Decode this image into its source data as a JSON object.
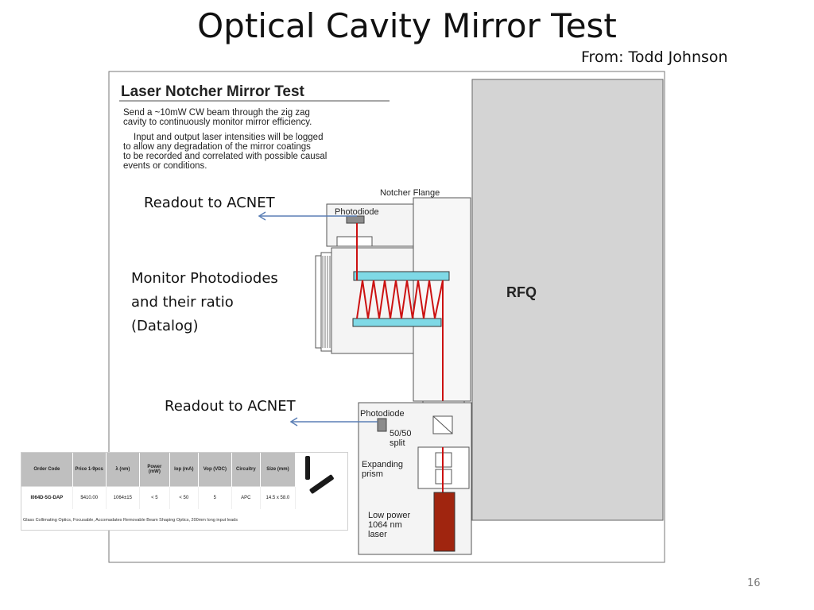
{
  "slide": {
    "title": "Optical Cavity Mirror Test",
    "from": "From: Todd Johnson",
    "page_number": "16"
  },
  "diagram": {
    "heading": "Laser Notcher Mirror Test",
    "paragraph1": [
      "Send a ~10mW CW beam through the zig zag",
      "cavity to continuously monitor mirror efficiency."
    ],
    "paragraph2": [
      "Input and output laser intensities will be logged",
      "to allow any degradation of the mirror coatings",
      "to be recorded and correlated with possible causal",
      "events or conditions."
    ],
    "notcher_flange": "Notcher Flange",
    "photodiode_top": "Photodiode",
    "photodiode_bottom": "Photodiode",
    "split": [
      "50/50",
      "split"
    ],
    "expanding_prism": [
      "Expanding",
      "prism"
    ],
    "laser": [
      "Low power",
      "1064 nm",
      "laser"
    ],
    "rfq": "RFQ"
  },
  "overlays": {
    "readout_top": "Readout to ACNET",
    "readout_bottom": "Readout to ACNET",
    "monitor": [
      "Monitor Photodiodes",
      "and their ratio",
      "(Datalog)"
    ]
  },
  "spec_table": {
    "headers": [
      "Order Code",
      "Price 1-9pcs",
      "λ (nm)",
      "Power (mW)",
      "Iop (mA)",
      "Vop (VDC)",
      "Circuitry",
      "Size (mm)"
    ],
    "row": [
      "I064D-5G-DAP",
      "$410.00",
      "1064±15",
      "< 5",
      "< 50",
      "5",
      "APC",
      "14.5 x 58.0"
    ],
    "note": "Glass Collimating Optics, Focusable, Accomadates Removable Beam Shaping Optics, 200mm long input leads"
  },
  "colors": {
    "beam": "#cc1111",
    "mirror": "#7fd9e6",
    "laser": "#a0250f",
    "rfq_fill": "#d4d4d4",
    "arrow": "#5b7fb5"
  }
}
